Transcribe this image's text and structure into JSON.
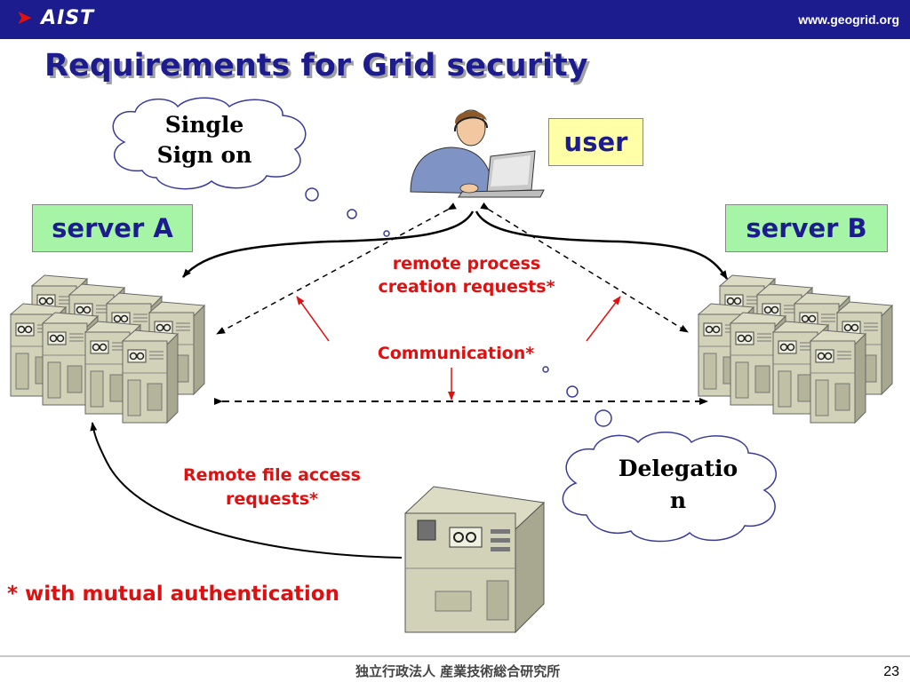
{
  "header": {
    "logo_text": "AIST",
    "url": "www.geogrid.org"
  },
  "title": "Requirements for Grid security",
  "nodes": {
    "user": "user",
    "server_a": "server A",
    "server_b": "server B"
  },
  "clouds": {
    "single_sign_on": "Single\nSign on",
    "delegation": "Delegation"
  },
  "labels": {
    "remote_process": "remote process creation requests*",
    "communication": "Communication*",
    "remote_file": "Remote file access requests*",
    "mutual_auth": "* with mutual authentication"
  },
  "footer": {
    "organization": "独立行政法人 産業技術総合研究所",
    "page_number": "23"
  },
  "colors": {
    "header_bg": "#1c1c8e",
    "title": "#1c1c8e",
    "user_box": "#ffffa8",
    "server_box": "#a6f5a6",
    "annotation_red": "#e01010"
  }
}
